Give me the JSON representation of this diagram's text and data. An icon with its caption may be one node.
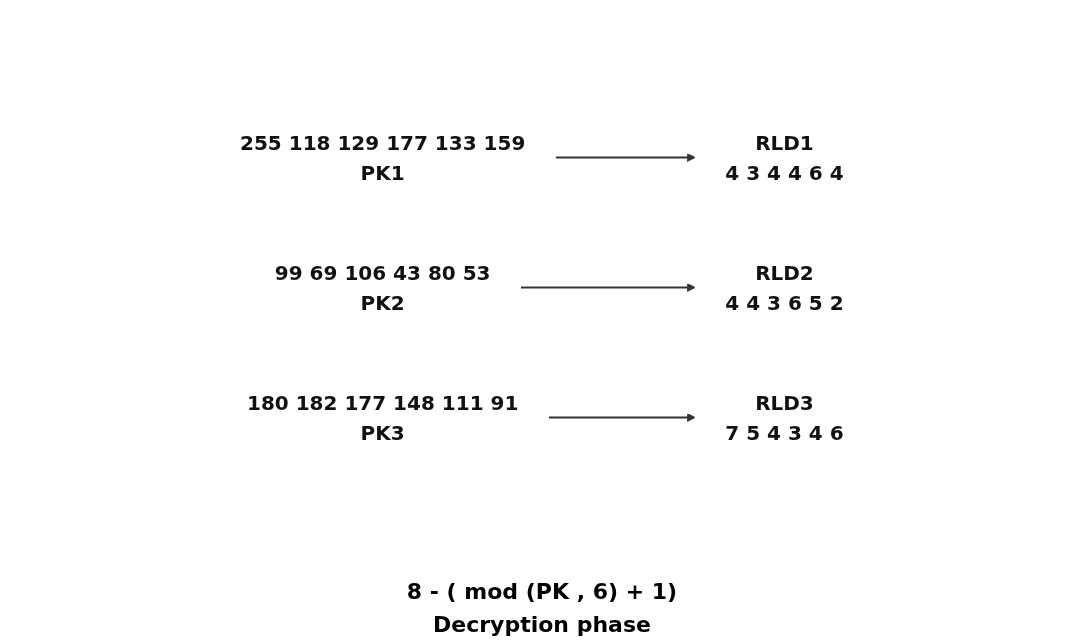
{
  "diagram": {
    "caption": "Decryption phase",
    "nodes": [
      {
        "text": [
          "255 118 129 177 133 159",
          "PK1"
        ]
      },
      {
        "text": [
          "RLD1",
          "4 3 4 4 6 4"
        ]
      },
      {
        "text": [
          "99 69 106 43 80 53",
          "PK2"
        ]
      },
      {
        "text": [
          "RLD2",
          "4 4 3 6 5 2"
        ]
      },
      {
        "text": [
          "180 182 177 148 111 91",
          "PK3"
        ]
      },
      {
        "text": [
          "RLD3",
          "7 5 4 3 4 6"
        ]
      }
    ],
    "edges": [
      {
        "from": 0,
        "to": 1,
        "arrow": "to"
      },
      {
        "from": 2,
        "to": 3,
        "arrow": "to"
      },
      {
        "from": 4,
        "to": 5,
        "arrow": "to"
      }
    ],
    "labels": [
      "8 - ( mod (PK , 6) + 1)"
    ]
  }
}
